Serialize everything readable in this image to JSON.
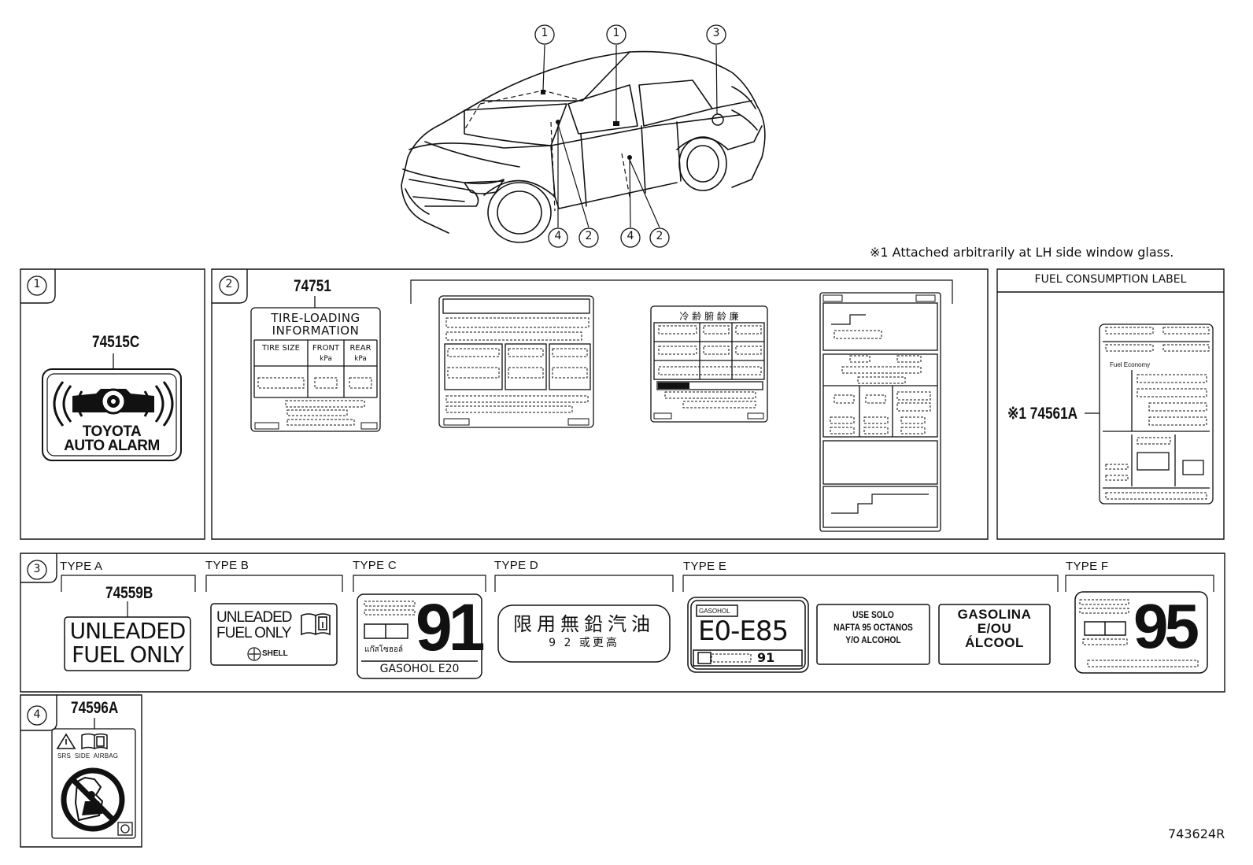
{
  "footnote": "※1  Attached arbitrarily at LH side window glass.",
  "callouts": {
    "c1": "1",
    "c2": "2",
    "c3": "3",
    "c4": "4"
  },
  "panel1": {
    "num": "1",
    "part": "74515C",
    "label_line1": "TOYOTA",
    "label_line2": "AUTO ALARM"
  },
  "panel2": {
    "num": "2",
    "part": "74751",
    "tire_title1": "TIRE-LOADING",
    "tire_title2": "INFORMATION",
    "col_size": "TIRE SIZE",
    "col_front": "FRONT",
    "col_front_unit": "kPa",
    "col_rear": "REAR",
    "col_rear_unit": "kPa",
    "jp_header": "冷 齢 腑 龄 廉"
  },
  "panel_fuel": {
    "title": "FUEL CONSUMPTION LABEL",
    "part": "※1 74561A",
    "line_fuel_economy": "Fuel Economy"
  },
  "panel3": {
    "num": "3",
    "types": [
      "TYPE A",
      "TYPE B",
      "TYPE C",
      "TYPE D",
      "TYPE E",
      "TYPE F"
    ],
    "a_part": "74559B",
    "a_line1": "UNLEADED",
    "a_line2": "FUEL ONLY",
    "b_line1": "UNLEADED",
    "b_line2": "FUEL ONLY",
    "b_logo": "SHELL",
    "c_number": "91",
    "c_thai": "แก๊สโซฮอล์",
    "c_bottom": "GASOHOL  E20",
    "d_line1": "限用無鉛汽油",
    "d_line2": "9 2 或更高",
    "e_gasohol": "GASOHOL",
    "e_main": "E0-E85",
    "e_small": "91",
    "e2_line1": "USE SOLO",
    "e2_line2": "NAFTA 95 OCTANOS",
    "e2_line3": "Y/O ALCOHOL",
    "e3_line1": "GASOLINA",
    "e3_line2": "E/OU",
    "e3_line3": "ÁLCOOL",
    "f_number": "95"
  },
  "panel4": {
    "num": "4",
    "part": "74596A",
    "srs": "SRS  SIDE  AIRBAG"
  },
  "drawing_code": "743624R"
}
